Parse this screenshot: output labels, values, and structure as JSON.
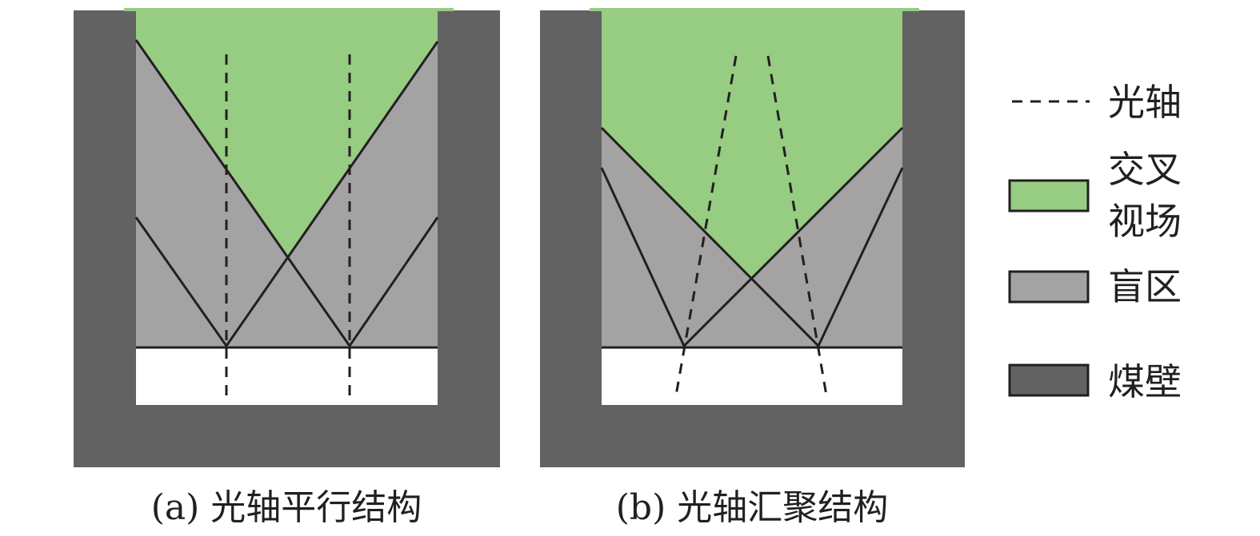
{
  "colors": {
    "wall": "#636263",
    "blind": "#a4a3a4",
    "field": "#97cc83",
    "line": "#231f20"
  },
  "captions": {
    "a": "(a) 光轴平行结构",
    "b": "(b) 光轴汇聚结构"
  },
  "legend": {
    "axis": "光轴",
    "field_line1": "交叉",
    "field_line2": "视场",
    "blind": "盲区",
    "wall": "煤壁"
  }
}
